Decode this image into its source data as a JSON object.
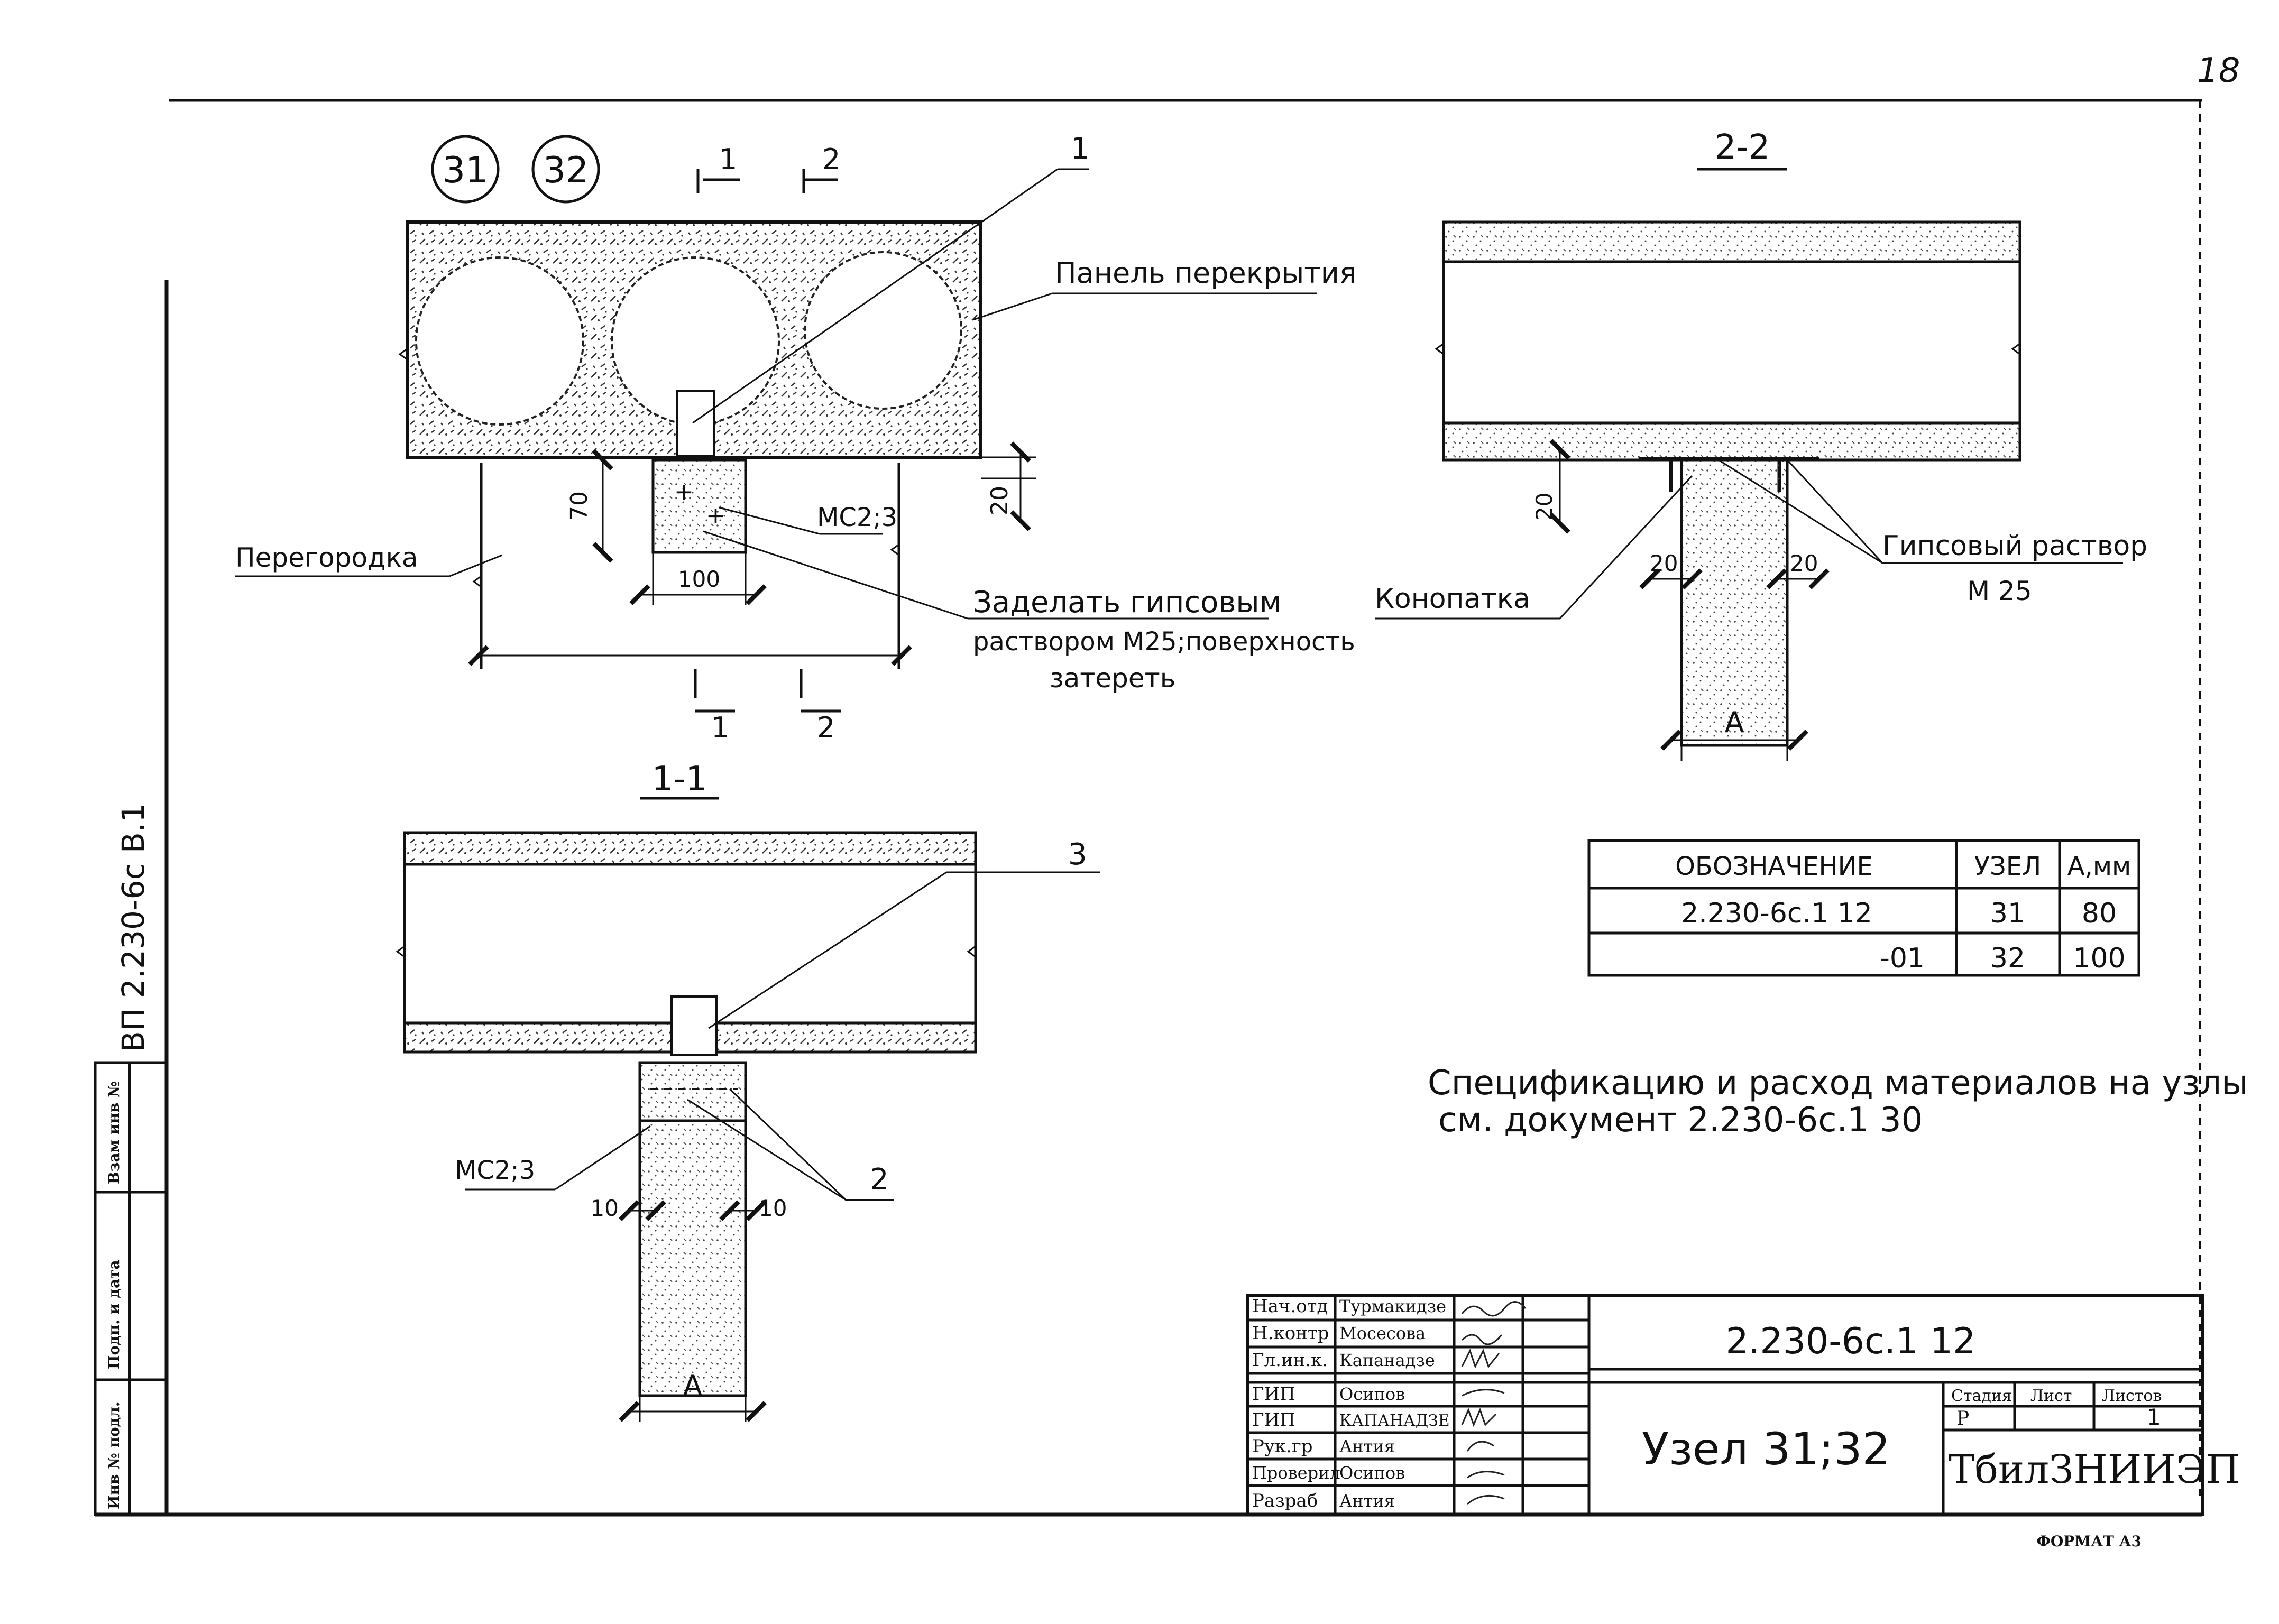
{
  "page_number": "18",
  "sheet_format": "ФОРМАТ А3",
  "node_markers": [
    "31",
    "32"
  ],
  "section_labels": {
    "section_1_1": "1-1",
    "section_2_2": "2-2",
    "cut_1": "1",
    "cut_2": "2"
  },
  "callouts": {
    "c1": "1",
    "c2": "2",
    "c3": "3",
    "slab_label": "Панель перекрытия",
    "partition_label": "Перегородка",
    "ms_label_plan": "МС2;3",
    "ms_label_section": "МС2;3",
    "fill_note_line1": "Заделать гипсовым",
    "fill_note_line2": "раствором М25;поверхность",
    "fill_note_line3": "затереть",
    "caulk_label": "Конопатка",
    "gypsum_label": "Гипсовый раствор",
    "gypsum_grade": "М 25"
  },
  "dimensions": {
    "d70": "70",
    "d20_plan": "20",
    "d100": "100",
    "d20_section": "20",
    "d20_left": "20",
    "d20_right": "20",
    "d10_left": "10",
    "d10_right": "10",
    "dA_section22": "А",
    "dA_section11": "А"
  },
  "spec_table": {
    "headers": [
      "ОБОЗНАЧЕНИЕ",
      "УЗЕЛ",
      "А,мм"
    ],
    "rows": [
      [
        "2.230-6с.1 12",
        "31",
        "80"
      ],
      [
        "-01",
        "32",
        "100"
      ]
    ]
  },
  "spec_note_line1": "Спецификацию и расход материалов на узлы",
  "spec_note_line2": "см. документ 2.230-6с.1 30",
  "side_stamp": {
    "series_code": "ВП 2.230-6с В.1",
    "cells": [
      "Инв № подл.",
      "Подп. и дата",
      "Взам инв №"
    ]
  },
  "title_block": {
    "signers": [
      {
        "role": "Нач.отд",
        "name": "Турмакидзе"
      },
      {
        "role": "Н.контр",
        "name": "Мосесова"
      },
      {
        "role": "Гл.ин.к.",
        "name": "Капанадзе"
      },
      {
        "role": "ГИП",
        "name": "Осипов"
      },
      {
        "role": "ГИП",
        "name": "КАПАНАДЗЕ"
      },
      {
        "role": "Рук.гр",
        "name": "Антия"
      },
      {
        "role": "Проверил",
        "name": "Осипов"
      },
      {
        "role": "Разраб",
        "name": "Антия"
      }
    ],
    "document_code": "2.230-6с.1 12",
    "drawing_title": "Узел 31;32",
    "stage_header": "Стадия",
    "sheet_header": "Лист",
    "sheets_header": "Листов",
    "stage_value": "Р",
    "sheets_value": "1",
    "organization": "ТбилЗНИИЭП"
  }
}
